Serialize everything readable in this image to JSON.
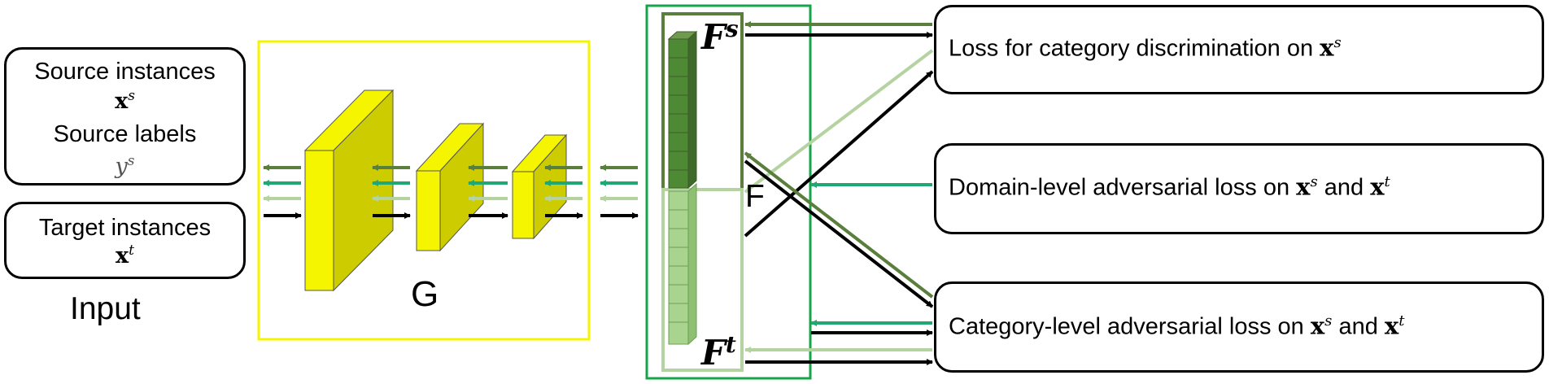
{
  "input": {
    "source_instances": "Source instances",
    "source_x": "x",
    "source_x_sup": "s",
    "source_labels": "Source labels",
    "source_y": "y",
    "source_y_sup": "s",
    "target_instances": "Target instances",
    "target_x": "x",
    "target_x_sup": "t",
    "input_label": "Input"
  },
  "generator": {
    "label": "G"
  },
  "classifier": {
    "fs": "F",
    "fs_sup": "s",
    "ft": "F",
    "ft_sup": "t",
    "f": "F"
  },
  "losses": [
    {
      "prefix": "Loss for category discrimination on ",
      "x1": "x",
      "x1_sup": "s",
      "mid": "",
      "x2": "",
      "x2_sup": ""
    },
    {
      "prefix": "Domain-level adversarial loss on ",
      "x1": "x",
      "x1_sup": "s",
      "mid": " and ",
      "x2": "x",
      "x2_sup": "t"
    },
    {
      "prefix": "Category-level adversarial loss on ",
      "x1": "x",
      "x1_sup": "s",
      "mid": " and ",
      "x2": "x",
      "x2_sup": "t"
    }
  ],
  "colors": {
    "dark_green": "#5a7f3c",
    "medium_green": "#1fa873",
    "light_green": "#b5d3a0",
    "yellow": "#f5f500",
    "yellow_dark": "#cccc00",
    "box_green": "#16a34a"
  }
}
